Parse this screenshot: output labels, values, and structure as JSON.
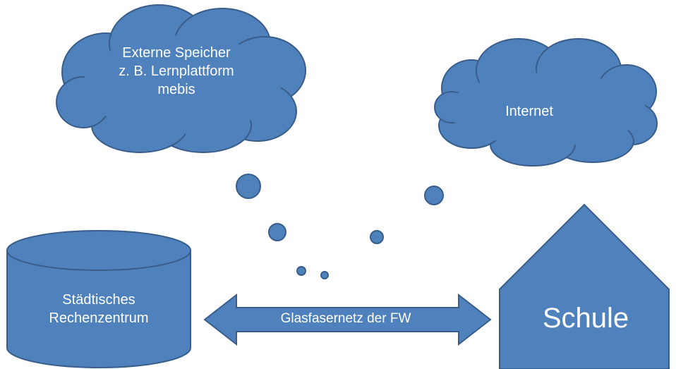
{
  "colors": {
    "fill": "#4F81BD",
    "stroke": "#385D8A",
    "text": "#FFFFFF"
  },
  "cloud_storage": {
    "lines": [
      "Externe Speicher",
      "z. B. Lernplattform",
      "mebis"
    ]
  },
  "cloud_internet": {
    "label": "Internet"
  },
  "data_center": {
    "lines": [
      "Städtisches",
      "Rechenzentrum"
    ]
  },
  "network_arrow": {
    "label": "Glasfasernetz der FW"
  },
  "school": {
    "label": "Schule"
  }
}
